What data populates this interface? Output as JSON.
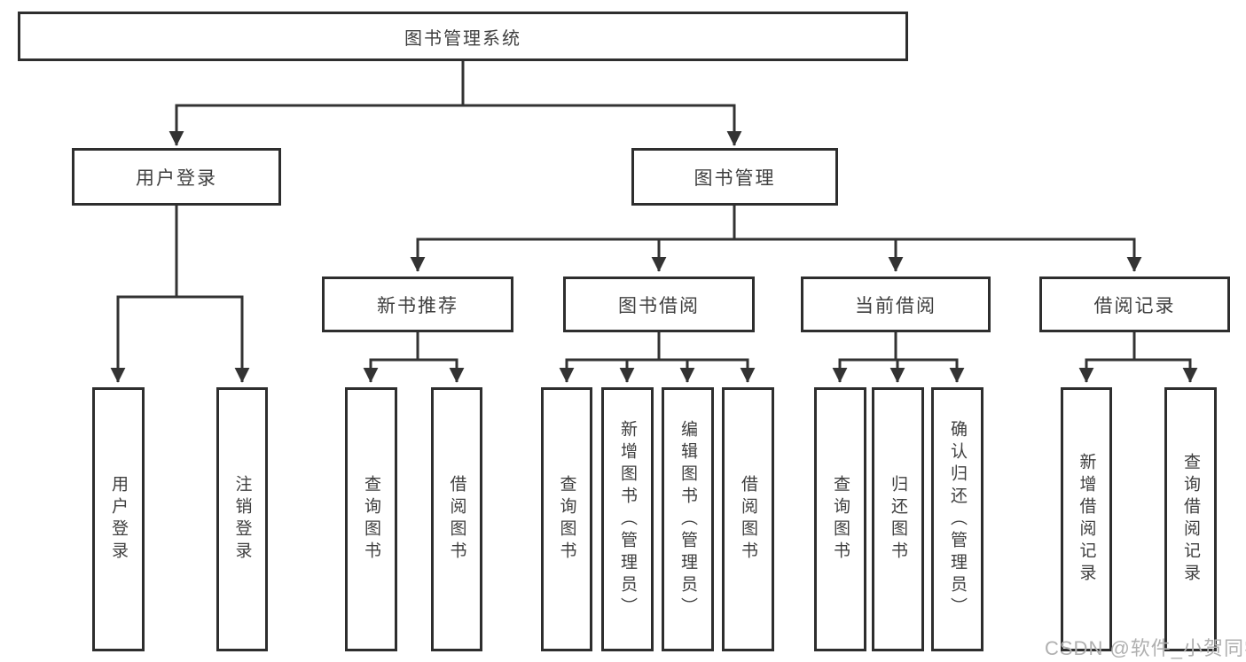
{
  "colors": {
    "line": "#333333",
    "box_border": "#2e2e2e",
    "text": "#3f3f3f",
    "watermark": "#b0b0b0",
    "background": "#ffffff"
  },
  "tree": {
    "root": "图书管理系统",
    "branches": [
      {
        "label": "用户登录",
        "children": [
          "用户登录",
          "注销登录"
        ]
      },
      {
        "label": "图书管理",
        "groups": [
          {
            "label": "新书推荐",
            "children": [
              "查询图书",
              "借阅图书"
            ]
          },
          {
            "label": "图书借阅",
            "children": [
              "查询图书",
              "新增图书（管理员）",
              "编辑图书（管理员）",
              "借阅图书"
            ]
          },
          {
            "label": "当前借阅",
            "children": [
              "查询图书",
              "归还图书",
              "确认归还（管理员）"
            ]
          },
          {
            "label": "借阅记录",
            "children": [
              "新增借阅记录",
              "查询借阅记录"
            ]
          }
        ]
      }
    ]
  },
  "watermark": "CSDN @软件_小贺同学"
}
